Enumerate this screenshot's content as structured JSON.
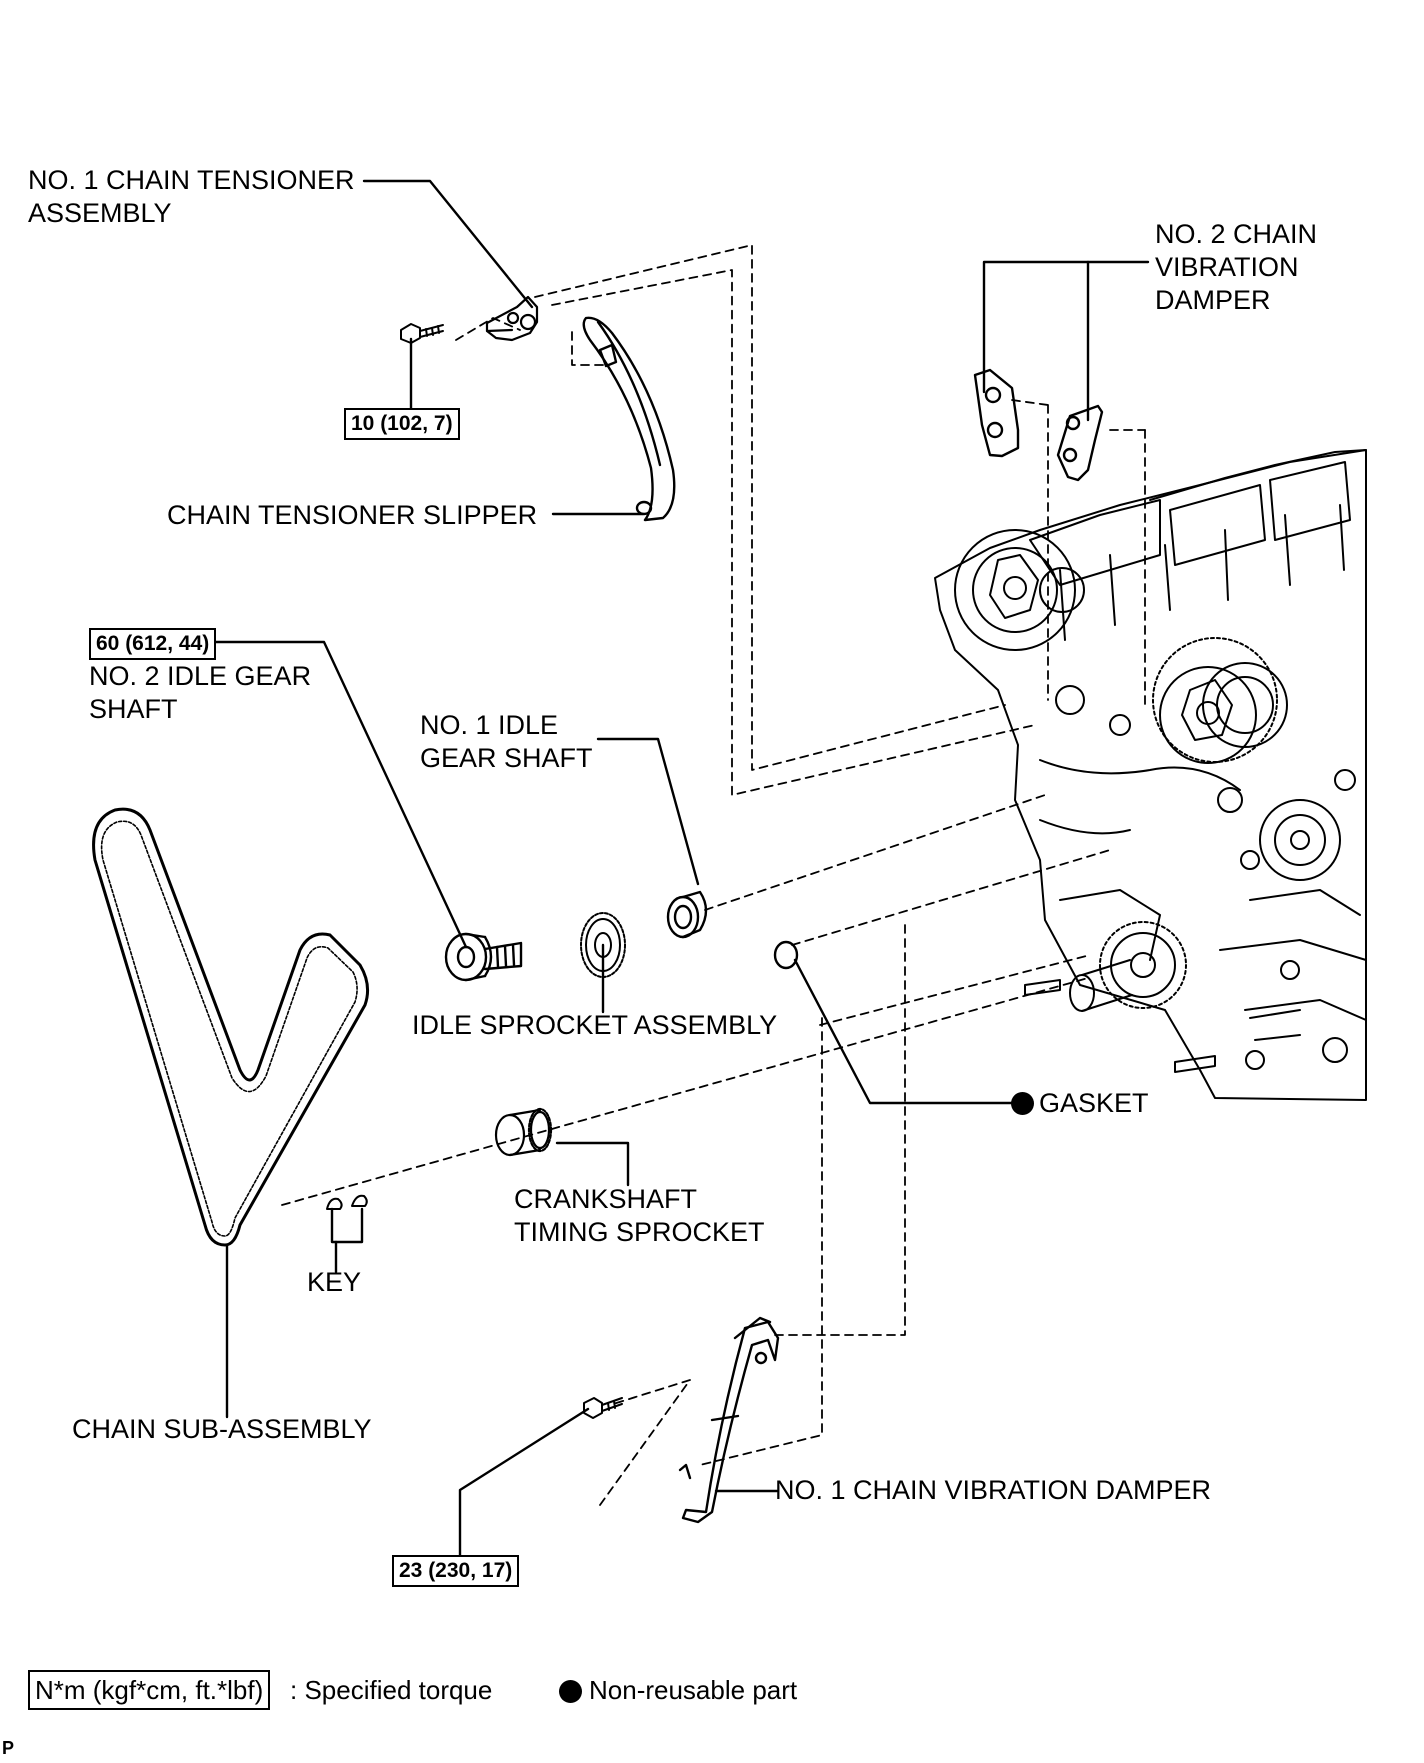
{
  "labels": {
    "no1_tensioner": [
      "NO. 1 CHAIN TENSIONER",
      "ASSEMBLY"
    ],
    "no2_damper": [
      "NO. 2 CHAIN",
      "VIBRATION",
      "DAMPER"
    ],
    "tensioner_slipper": "CHAIN TENSIONER SLIPPER",
    "no2_idle_shaft": [
      "NO. 2 IDLE GEAR",
      "SHAFT"
    ],
    "no1_idle_shaft": [
      "NO. 1 IDLE",
      "GEAR SHAFT"
    ],
    "idle_sprocket": "IDLE SPROCKET ASSEMBLY",
    "gasket": "GASKET",
    "crank_sprocket": [
      "CRANKSHAFT",
      "TIMING SPROCKET"
    ],
    "key": "KEY",
    "chain": "CHAIN SUB-ASSEMBLY",
    "no1_damper": "NO. 1 CHAIN VIBRATION DAMPER"
  },
  "torques": {
    "tensioner_bolt": "10 (102, 7)",
    "idle_shaft": "60 (612, 44)",
    "damper_bolt": "23 (230, 17)"
  },
  "legend": {
    "torque_box": "N*m (kgf*cm, ft.*lbf)",
    "torque_text": ": Specified torque",
    "nonreusable_text": "Non-reusable part"
  },
  "corner_mark": "P"
}
